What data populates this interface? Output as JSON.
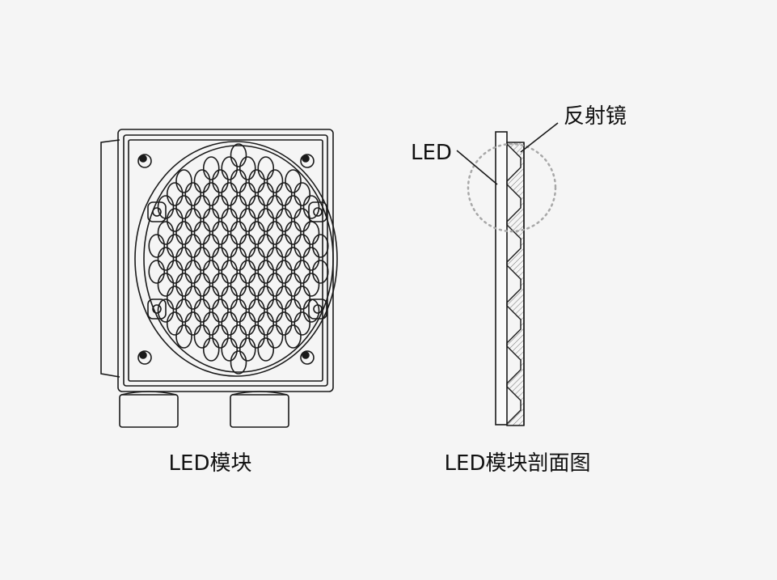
{
  "diagram": {
    "left_caption": "LED模块",
    "right_caption": "LED模块剖面图",
    "callout_led": "LED",
    "callout_reflector": "反射镜"
  },
  "colors": {
    "background": "#f5f5f5",
    "line": "#1a1a1a",
    "highlight_circle": "#a8a8a8"
  }
}
